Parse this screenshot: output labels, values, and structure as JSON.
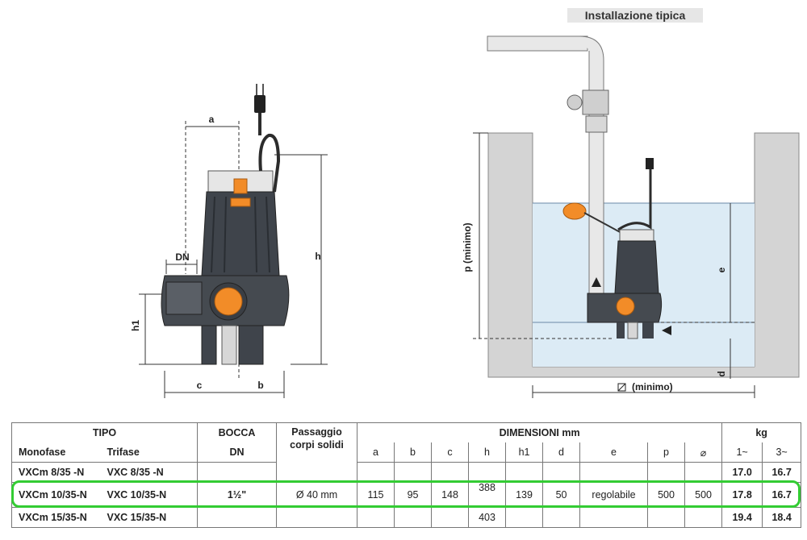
{
  "diagram": {
    "title": "Installazione tipica",
    "dims": {
      "a": "a",
      "dn": "DN",
      "h": "h",
      "h1": "h1",
      "c": "c",
      "b": "b",
      "p": "p (minimo)",
      "e": "e",
      "d": "d",
      "diam": "(minimo)"
    }
  },
  "table": {
    "headers": {
      "tipo": "TIPO",
      "monofase": "Monofase",
      "trifase": "Trifase",
      "bocca": "BOCCA",
      "dn": "DN",
      "passaggio1": "Passaggio",
      "passaggio2": "corpi solidi",
      "dimensioni": "DIMENSIONI mm",
      "a": "a",
      "b": "b",
      "c": "c",
      "h": "h",
      "h1": "h1",
      "d": "d",
      "e": "e",
      "p": "p",
      "diam": "⌀",
      "kg": "kg",
      "kg1": "1~",
      "kg3": "3~"
    },
    "rows": [
      {
        "mono": "VXCm 8/35   -N",
        "tri": "VXC 8/35   -N",
        "kg1": "17.0",
        "kg3": "16.7"
      },
      {
        "mono": "VXCm 10/35-N",
        "tri": "VXC 10/35-N",
        "dn": "1½\"",
        "passaggio": "Ø 40 mm",
        "a": "115",
        "b": "95",
        "c": "148",
        "h": "388",
        "h1": "139",
        "d": "50",
        "e": "regolabile",
        "p": "500",
        "diam": "500",
        "kg1": "17.8",
        "kg3": "16.7"
      },
      {
        "mono": "VXCm 15/35-N",
        "tri": "VXC 15/35-N",
        "h": "403",
        "kg1": "19.4",
        "kg3": "18.4"
      }
    ]
  }
}
